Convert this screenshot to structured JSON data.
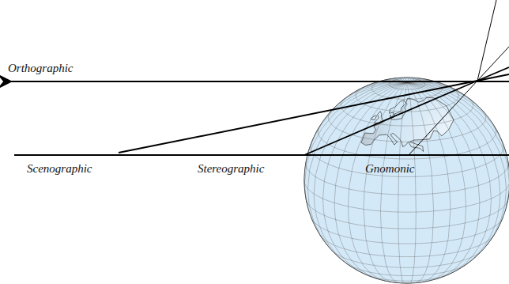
{
  "diagram": {
    "labels": [
      "Orthographic",
      "Scenographic",
      "Stereographic",
      "Gnomonic"
    ]
  }
}
